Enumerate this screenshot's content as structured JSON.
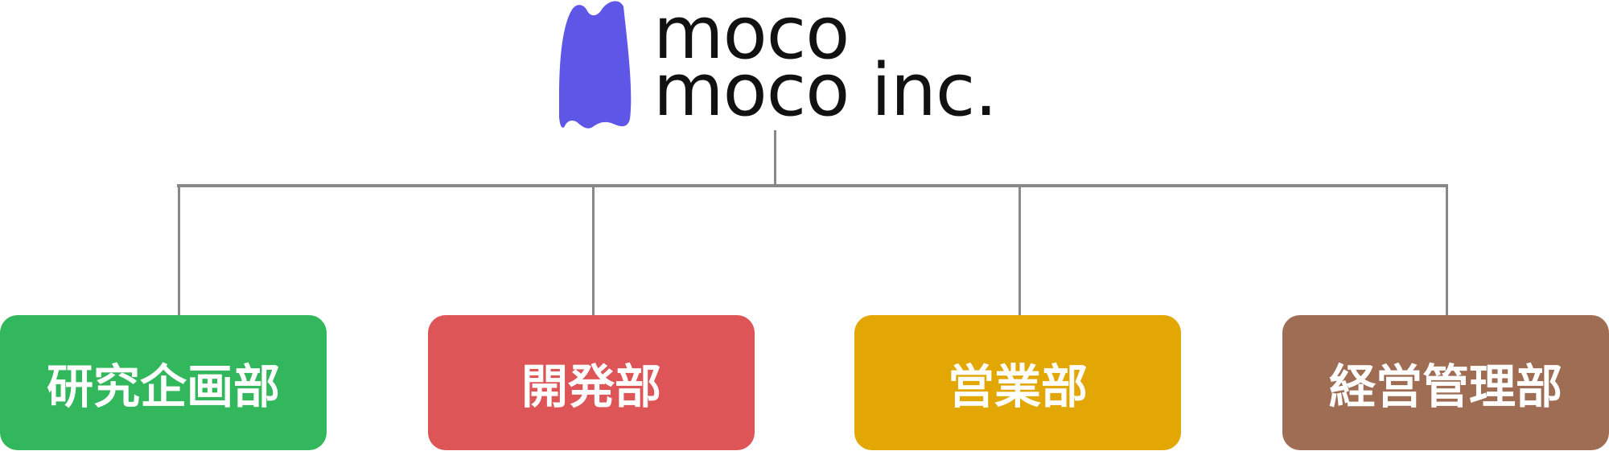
{
  "company": {
    "name_line1": "moco",
    "name_line2": "moco inc.",
    "logo_color": "#5d56e6"
  },
  "departments": [
    {
      "label": "研究企画部",
      "color": "#32b75c"
    },
    {
      "label": "開発部",
      "color": "#dd5557"
    },
    {
      "label": "営業部",
      "color": "#e2a702"
    },
    {
      "label": "経営管理部",
      "color": "#9e6d54"
    }
  ],
  "connector_color": "#888888"
}
